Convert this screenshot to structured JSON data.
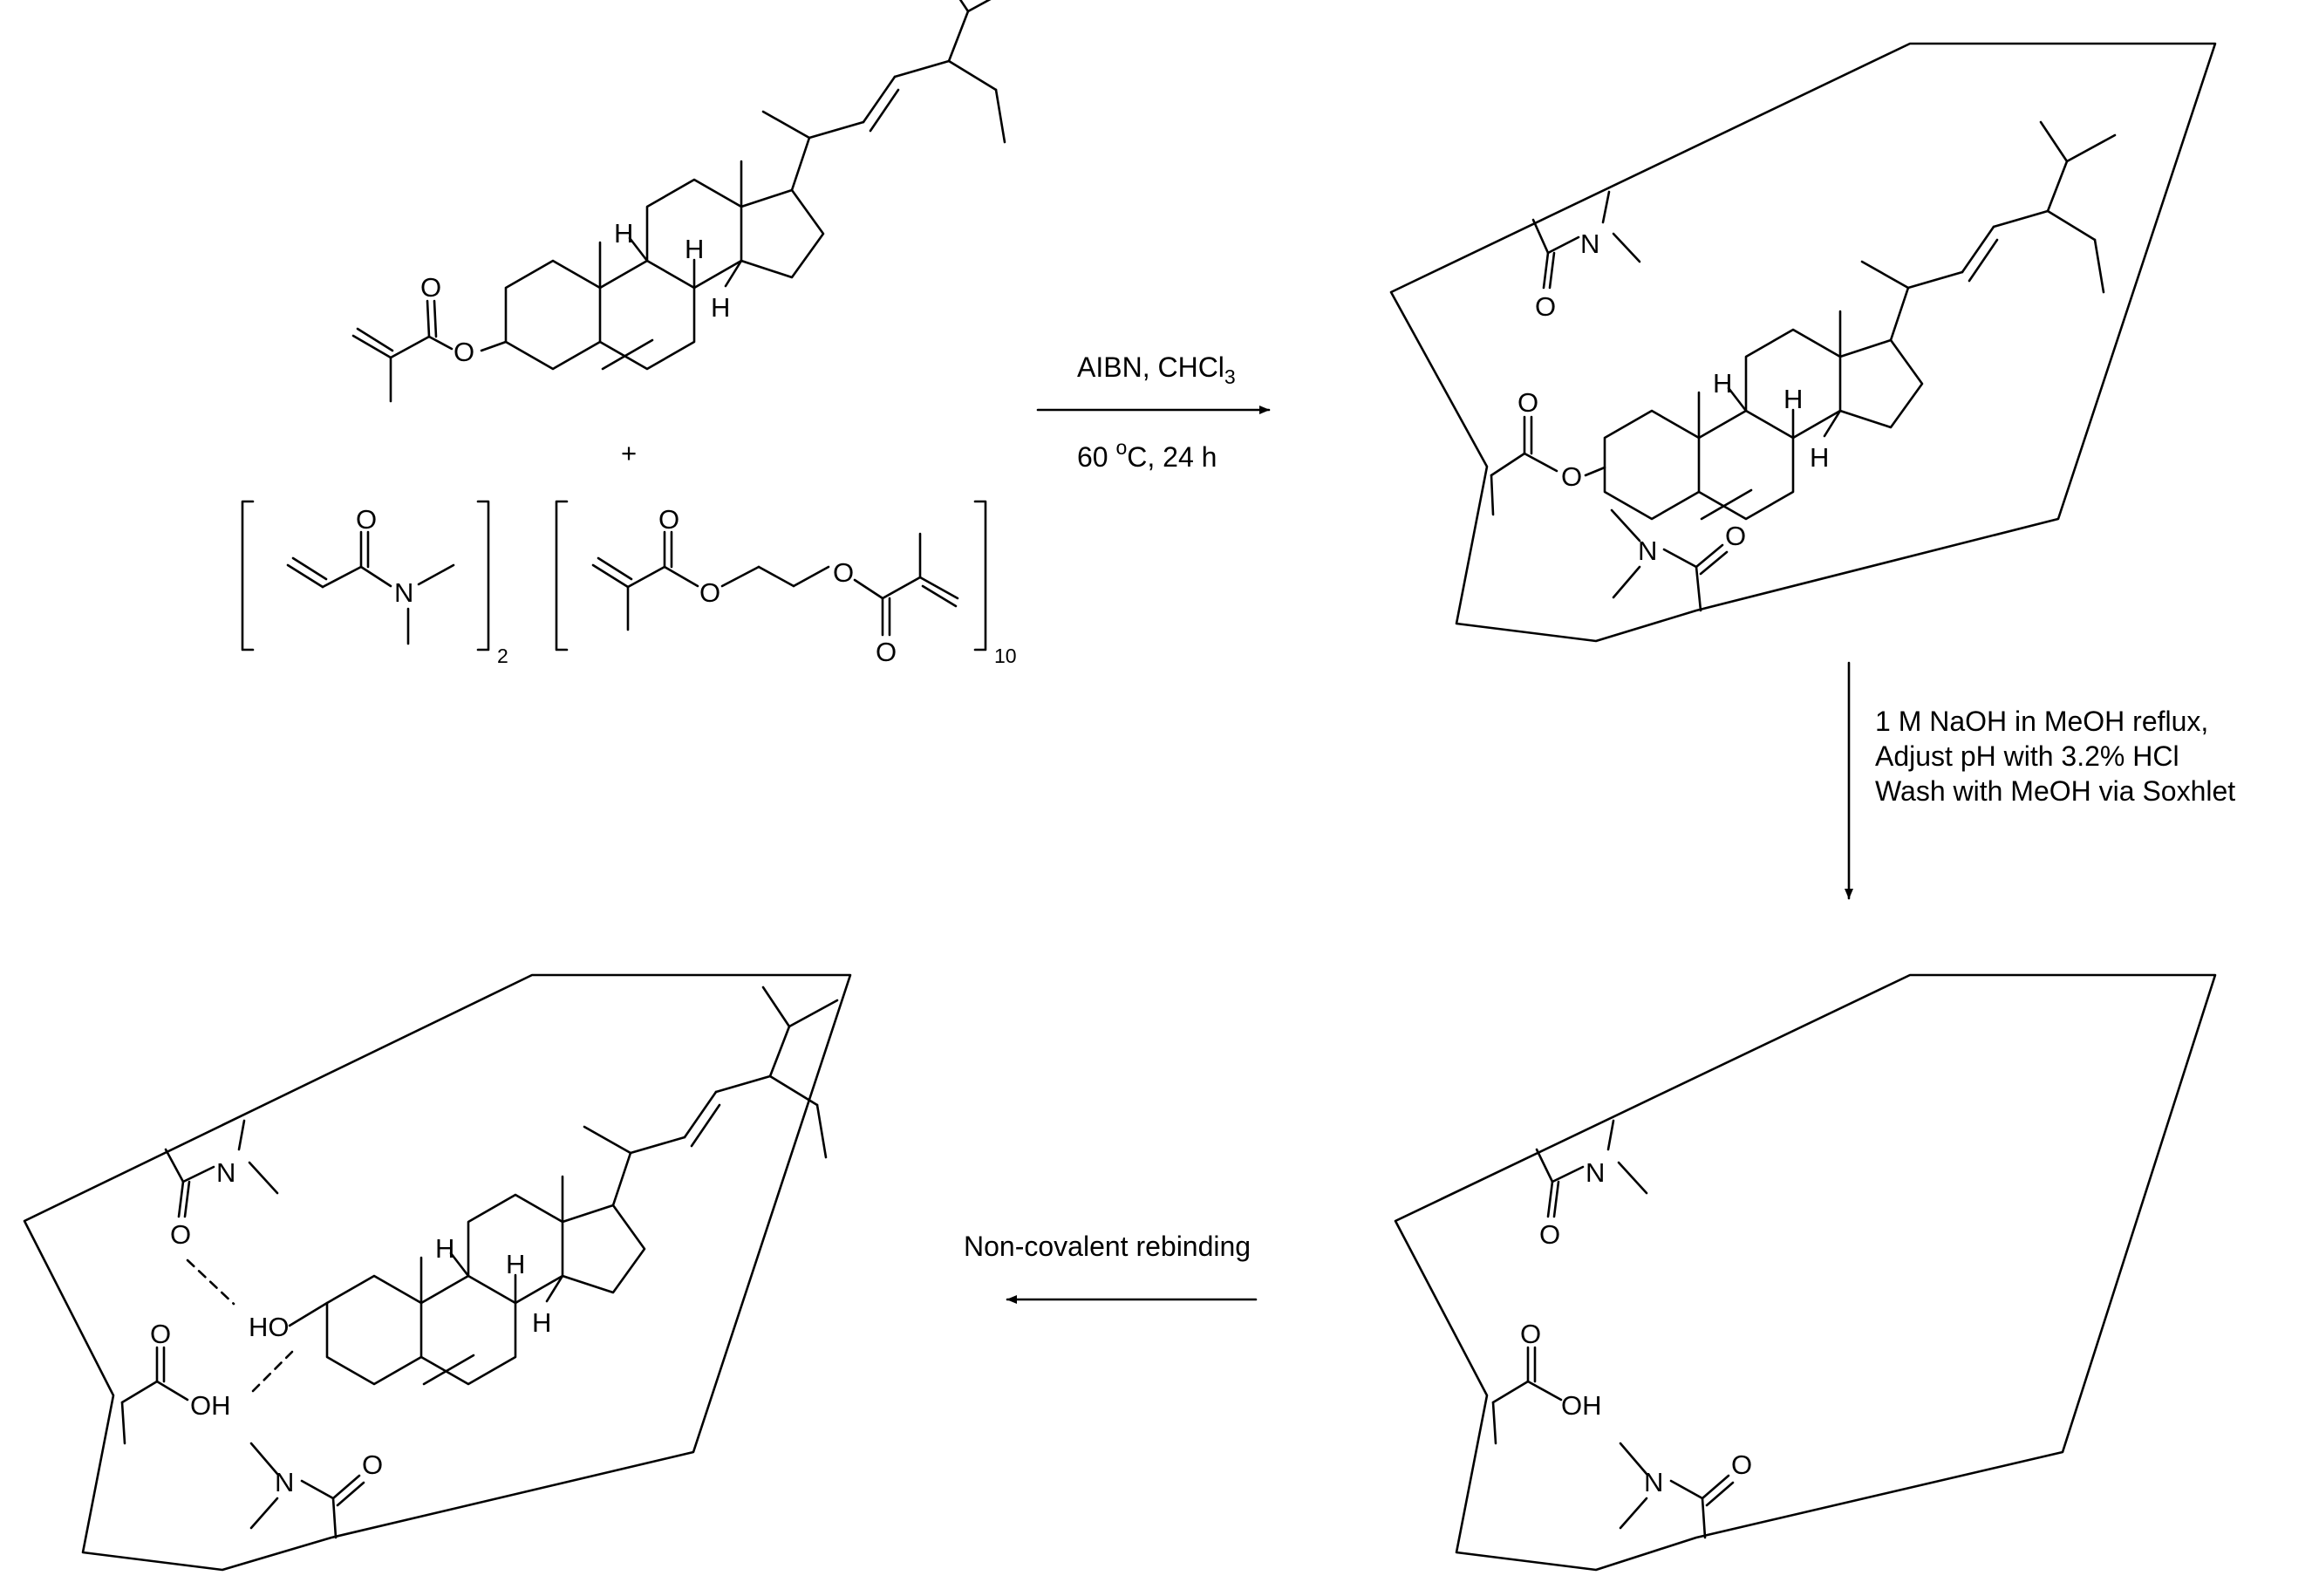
{
  "reaction": {
    "step1": {
      "reagents": "AIBN, CHCl",
      "reagents_sub": "3",
      "conditions_pre": "60 ",
      "conditions_sup": "o",
      "conditions_post": "C, 24 h"
    },
    "step2": {
      "line1": "1 M NaOH in MeOH reflux,",
      "line2": "Adjust pH with 3.2% HCl",
      "line3": "Wash with MeOH via Soxhlet"
    },
    "step3": {
      "label": "Non-covalent rebinding"
    }
  },
  "reactants": {
    "plus": "+",
    "dma_count": "2",
    "egdma_count": "10"
  },
  "atoms": {
    "H": "H",
    "O": "O",
    "N": "N",
    "HO": "HO",
    "OH": "OH"
  }
}
